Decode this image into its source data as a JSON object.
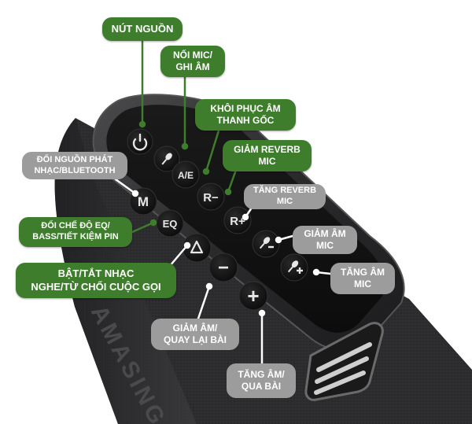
{
  "colors": {
    "green_label": "#3e7d2c",
    "gray_label": "#9c9c9c",
    "leader_green": "#3e7d2c",
    "leader_white": "#ffffff",
    "speaker_body": "#2b2b2d",
    "button_face": "#151515",
    "button_glyph": "#e8e8e8"
  },
  "labels": {
    "power": "NÚT NGUỒN",
    "mic_record": "NỐI MIC/\nGHI ÂM",
    "restore_sound": "KHÔI PHỤC ÂM\nTHANH GỐC",
    "reverb_down": "GIẢM REVERB\nMIC",
    "source_switch": "ĐỔI NGUỒN PHÁT\nNHẠC/BLUETOOTH",
    "reverb_up": "TĂNG REVERB\nMIC",
    "eq_mode": "ĐỔI CHẾ ĐỘ EQ/\nBASS/TIẾT KIỆM PIN",
    "mic_vol_down": "GIẢM ÂM\nMIC",
    "play_pause": "BẬT/TẮT NHẠC\nNGHE/TỪ CHỐI CUỘC GỌI",
    "mic_vol_up": "TĂNG ÂM\nMIC",
    "vol_down": "GIẢM ÂM/\nQUAY LẠI BÀI",
    "vol_up": "TĂNG ÂM/\nQUA BÀI"
  },
  "buttons": {
    "ae": "A/E",
    "reverb_minus": "R−",
    "mode": "M",
    "eq": "EQ",
    "reverb_plus": "R+",
    "minus": "−",
    "plus": "+"
  },
  "device": {
    "brand_text": "AMASING"
  }
}
